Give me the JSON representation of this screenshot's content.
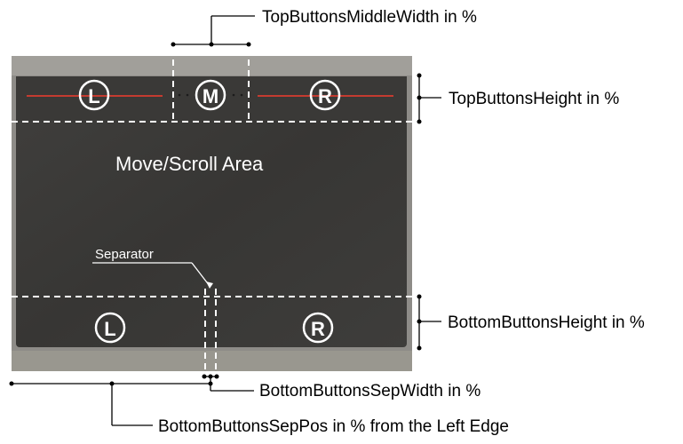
{
  "labels": {
    "top_middle_width": "TopButtonsMiddleWidth in %",
    "top_height": "TopButtonsHeight in %",
    "move_scroll": "Move/Scroll Area",
    "separator": "Separator",
    "bottom_height": "BottomButtonsHeight in %",
    "bottom_sep_width": "BottomButtonsSepWidth in %",
    "bottom_sep_pos": "BottomButtonsSepPos in % from the Left Edge"
  },
  "buttons": {
    "top_left": "L",
    "top_middle": "M",
    "top_right": "R",
    "bottom_left": "L",
    "bottom_right": "R"
  },
  "colors": {
    "pad_surface": "#3b3a39",
    "pad_frame": "#8c8a86",
    "top_stripe": "#c43b30",
    "guide_dash": "#ffffff",
    "annotation": "#000000"
  }
}
